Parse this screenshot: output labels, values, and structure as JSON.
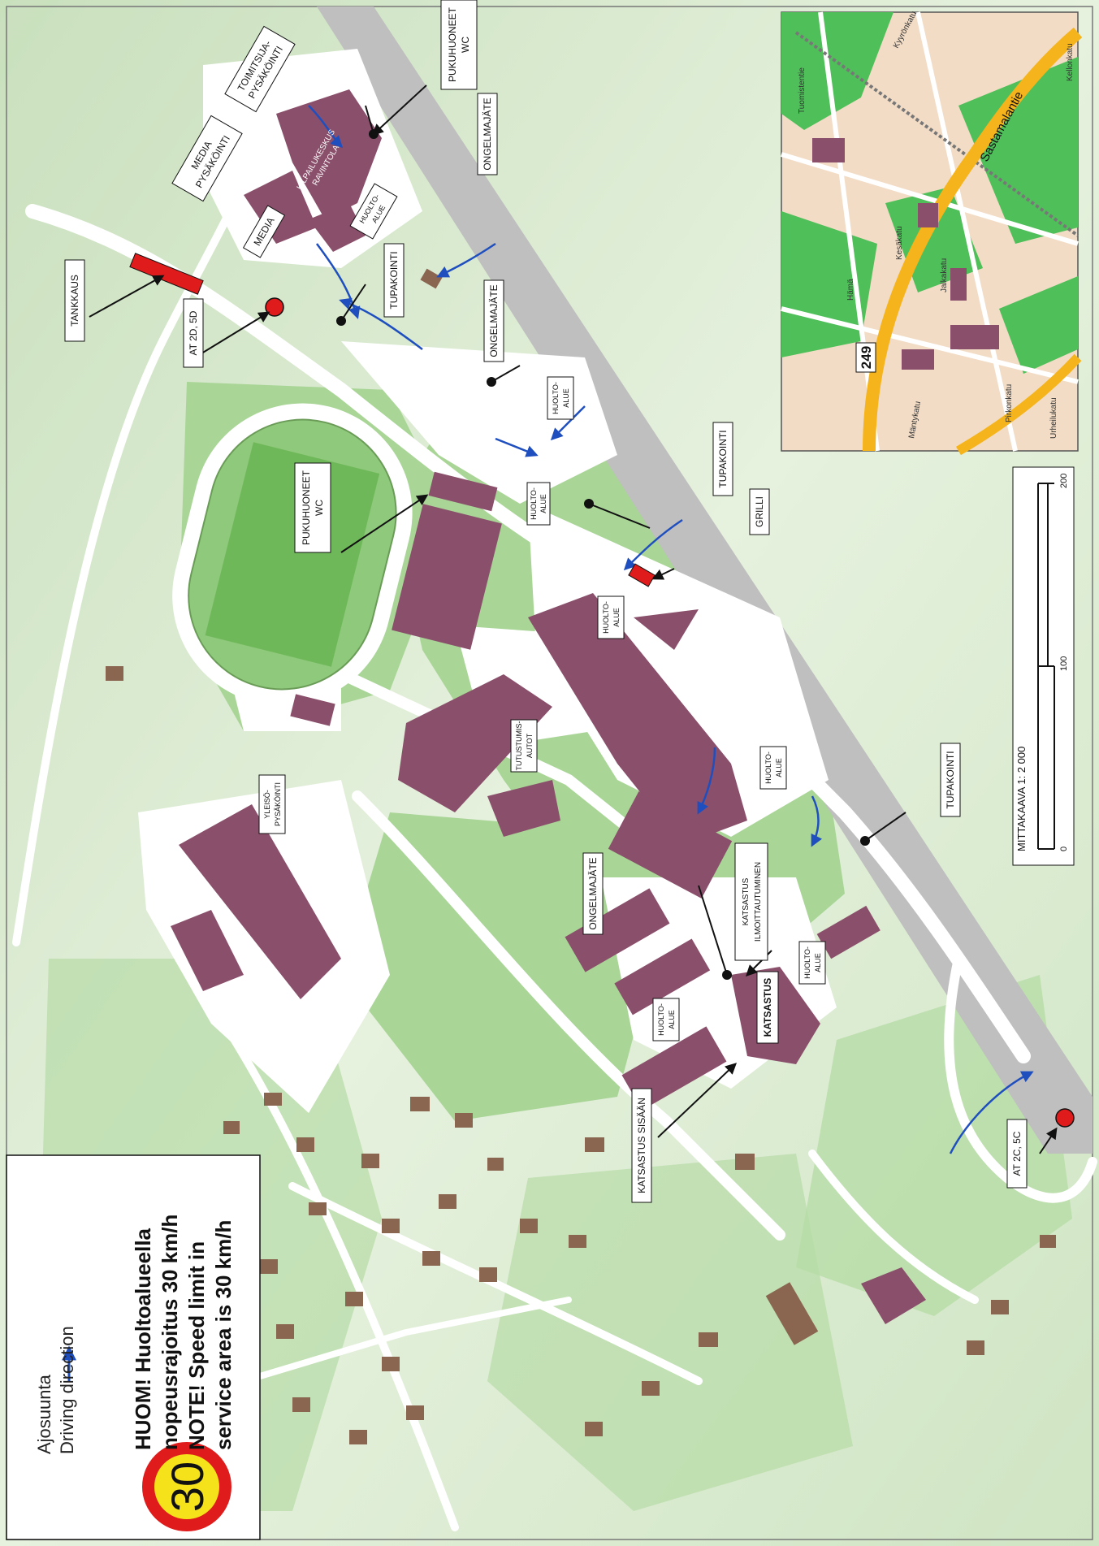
{
  "legend": {
    "arrow_label_fi": "Ajosuunta",
    "arrow_label_en": "Driving direction",
    "speed_sign_value": "30",
    "note_line1": "HUOM! Huoltoalueella",
    "note_line2": "nopeusrajoitus 30 km/h",
    "note_line3": "NOTE! Speed limit in",
    "note_line4": "service area is 30 km/h"
  },
  "callouts": {
    "tankkaus": "TANKKAUS",
    "at_2d_5d": "AT 2D, 5D",
    "media_pysakointi_1": "MEDIA",
    "media_pysakointi_2": "PYSÄKÖINTI",
    "toimitsija_1": "TOIMITSIJA-",
    "toimitsija_2": "PYSÄKÖINTI",
    "pukuhuoneet_top_1": "PUKUHUONEET",
    "pukuhuoneet_top_2": "WC",
    "ongelmajate_top": "ONGELMAJÄTE",
    "tupakointi_top": "TUPAKOINTI",
    "ongelmajate_mid": "ONGELMAJÄTE",
    "pukuhuoneet_mid_1": "PUKUHUONEET",
    "pukuhuoneet_mid_2": "WC",
    "tupakointi_mid": "TUPAKOINTI",
    "grilli": "GRILLI",
    "tupakointi_low": "TUPAKOINTI",
    "ongelmajate_low": "ONGELMAJÄTE",
    "katsastus_ilmo_1": "KATSASTUS",
    "katsastus_ilmo_2": "ILMOITTAUTUMINEN",
    "katsastus": "KATSASTUS",
    "katsastus_sisaan": "KATSASTUS SISÄÄN",
    "at_2c_5c": "AT 2C, 5C"
  },
  "area_labels": {
    "media": "MEDIA",
    "kilpailukeskus_1": "KILPAILUKESKUS",
    "kilpailukeskus_2": "RAVINTOLA",
    "huolto": "HUOLTO-",
    "alue": "ALUE",
    "tutustumis_1": "TUTUSTUMIS-",
    "tutustumis_2": "AUTOT",
    "yleiso_1": "YLEISÖ-",
    "yleiso_2": "PYSÄKÖINTI"
  },
  "scale": {
    "title": "MITTAKAAVA 1: 2 000",
    "ticks": [
      "0",
      "100",
      "200"
    ]
  },
  "inset": {
    "road_number": "249",
    "streets": [
      "Sastamalantie",
      "Kyyrönkatu",
      "Jalkakatu",
      "Kesäkatu",
      "Mäntykatu",
      "Hämä",
      "Urheilukatu",
      "Pirkonkatu",
      "Tuomistentie",
      "Kellonkatu"
    ]
  },
  "colors": {
    "grass_light": "#d8ead0",
    "grass": "#a9d597",
    "building": "#8a4f6b",
    "house": "#8a6651",
    "road": "#ffffff",
    "rail": "#bfbfbf",
    "arrow": "#1f4fbf",
    "highlight": "#e01b1b"
  }
}
